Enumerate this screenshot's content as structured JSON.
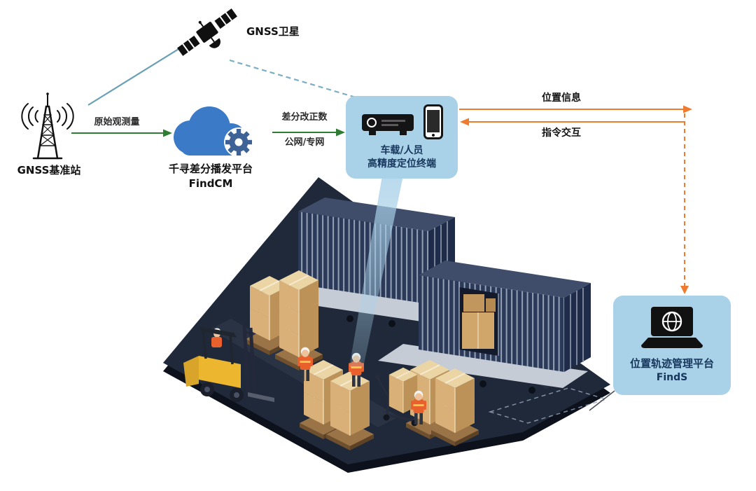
{
  "satellite": {
    "label": "GNSS卫星"
  },
  "base_station": {
    "label": "GNSS基准站"
  },
  "cloud_platform": {
    "name": "千寻差分播发平台",
    "product": "FindCM"
  },
  "links": {
    "raw_obs": "原始观测量",
    "corrections_line1": "差分改正数",
    "corrections_line2": "公网/专网",
    "position_info": "位置信息",
    "command": "指令交互"
  },
  "terminal": {
    "line1": "车载/人员",
    "line2": "高精度定位终端"
  },
  "management_platform": {
    "name": "位置轨迹管理平台",
    "product": "FindS"
  },
  "colors": {
    "bubble_blue": "#a9d1e8",
    "cloud_blue": "#3a7ac6",
    "gear_blue": "#3e6296",
    "arrow_green": "#2e7d33",
    "arrow_orange": "#ee7b2f",
    "signal_teal": "#6aa0b5",
    "label_navy": "#16365c",
    "floor_navy": "#1c2534",
    "container_navy": "#2b3a58",
    "box_tan": "#d9b078",
    "forklift_yellow": "#ecb62f",
    "vest_orange": "#e8612c"
  }
}
